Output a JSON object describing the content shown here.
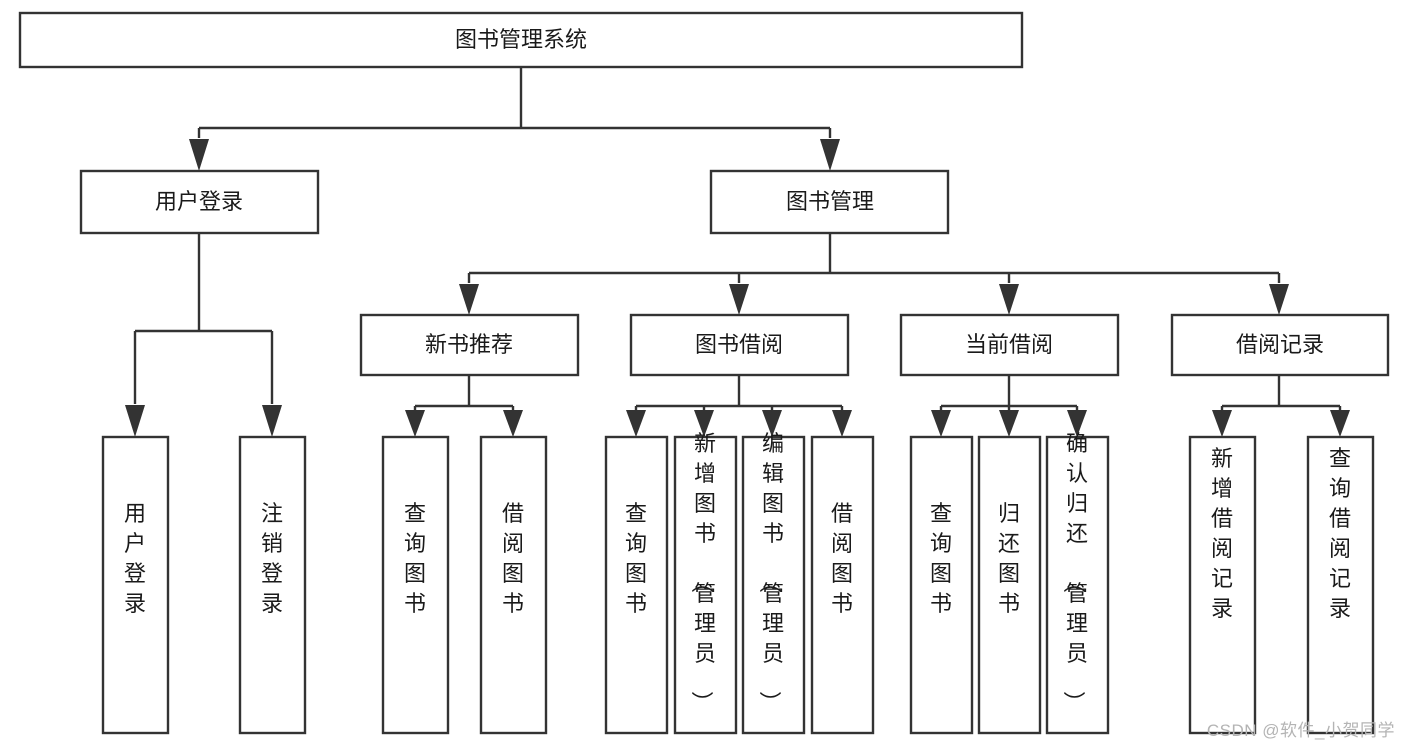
{
  "diagram": {
    "type": "tree-hierarchy-chart",
    "title": "图书管理系统",
    "stroke_color": "#333333",
    "fill_color": "#ffffff",
    "text_color": "#1a1a1a",
    "root": {
      "label": "图书管理系统"
    },
    "level2": [
      {
        "label": "用户登录"
      },
      {
        "label": "图书管理"
      }
    ],
    "level3": [
      {
        "label": "新书推荐"
      },
      {
        "label": "图书借阅"
      },
      {
        "label": "当前借阅"
      },
      {
        "label": "借阅记录"
      }
    ],
    "leaves": {
      "user_login": [
        {
          "label": "用户登录"
        },
        {
          "label": "注销登录"
        }
      ],
      "new_book_recommend": [
        {
          "label": "查询图书"
        },
        {
          "label": "借阅图书"
        }
      ],
      "book_borrow": [
        {
          "label": "查询图书"
        },
        {
          "label": "新增图书（管理员）"
        },
        {
          "label": "编辑图书（管理员）"
        },
        {
          "label": "借阅图书"
        }
      ],
      "current_borrow": [
        {
          "label": "查询图书"
        },
        {
          "label": "归还图书"
        },
        {
          "label": "确认归还（管理员）"
        }
      ],
      "borrow_record": [
        {
          "label": "新增借阅记录"
        },
        {
          "label": "查询借阅记录"
        }
      ]
    }
  },
  "watermark": {
    "text": "CSDN @软件_小贺同学"
  }
}
